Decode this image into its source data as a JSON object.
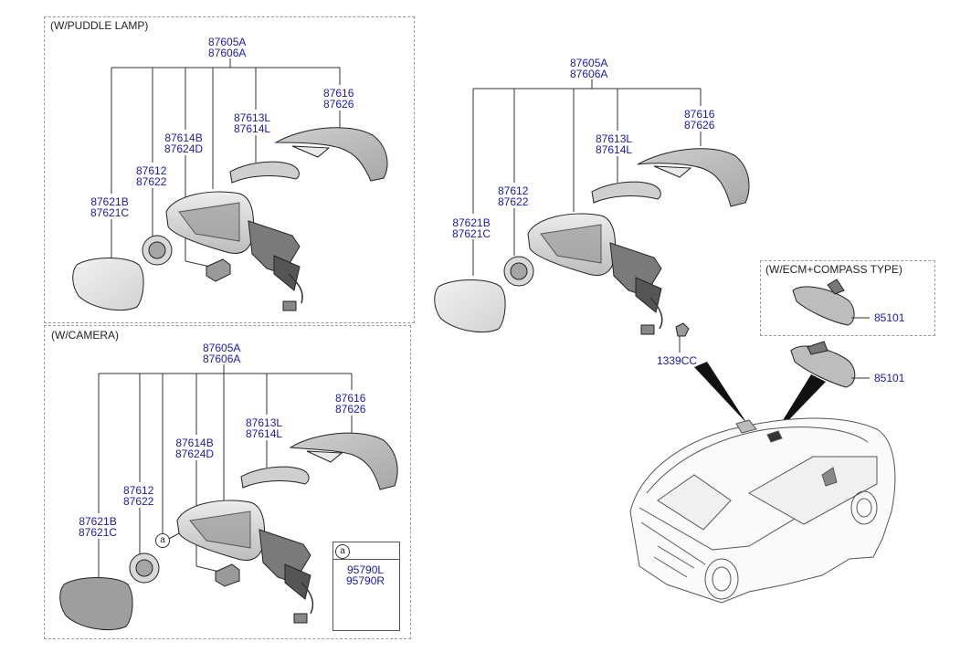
{
  "colors": {
    "label": "#1a1aa8",
    "line": "#333333",
    "frame": "#9a9a9a",
    "part_fill": "#e6e6e6",
    "part_stroke": "#222222"
  },
  "sections": {
    "puddle": {
      "title": "(W/PUDDLE LAMP)",
      "housing": [
        "87605A",
        "87606A"
      ],
      "cover": [
        "87616",
        "87626"
      ],
      "lamp": [
        "87613L",
        "87614L"
      ],
      "motor": [
        "87614B",
        "87624D"
      ],
      "actuator": [
        "87612",
        "87622"
      ],
      "glass": [
        "87621B",
        "87621C"
      ]
    },
    "camera": {
      "title": "(W/CAMERA)",
      "housing": [
        "87605A",
        "87606A"
      ],
      "cover": [
        "87616",
        "87626"
      ],
      "lamp": [
        "87613L",
        "87614L"
      ],
      "motor": [
        "87614B",
        "87624D"
      ],
      "actuator": [
        "87612",
        "87622"
      ],
      "glass": [
        "87621B",
        "87621C"
      ],
      "callout": "a",
      "inset_callout": "a",
      "inset_parts": [
        "95790L",
        "95790R"
      ]
    },
    "main": {
      "housing": [
        "87605A",
        "87606A"
      ],
      "cover": [
        "87616",
        "87626"
      ],
      "lamp": [
        "87613L",
        "87614L"
      ],
      "actuator": [
        "87612",
        "87622"
      ],
      "glass": [
        "87621B",
        "87621C"
      ],
      "bolt": "1339CC"
    },
    "inside_mirror": {
      "ecm_title": "(W/ECM+COMPASS TYPE)",
      "ecm_part": "85101",
      "std_part": "85101"
    }
  },
  "icons": [
    "outside-mirror-assembly-icon",
    "mirror-cover-icon",
    "side-repeater-lamp-icon",
    "mirror-glass-icon",
    "actuator-icon",
    "puddle-lamp-icon",
    "camera-icon",
    "wiring-harness-icon",
    "inside-rear-view-mirror-icon",
    "vehicle-suv-icon",
    "bolt-icon"
  ]
}
